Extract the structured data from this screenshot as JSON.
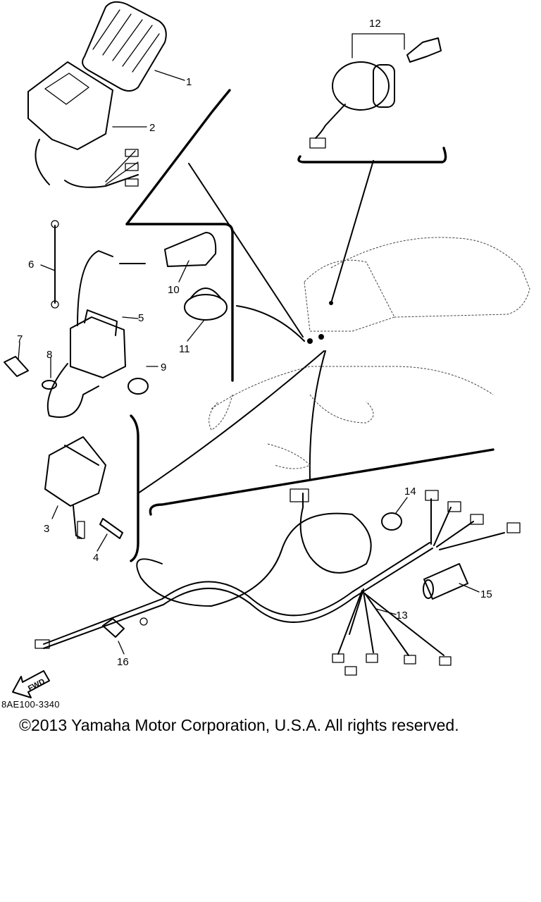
{
  "diagram": {
    "part_numbers": [
      "1",
      "2",
      "3",
      "4",
      "5",
      "6",
      "7",
      "8",
      "9",
      "10",
      "11",
      "12",
      "13",
      "14",
      "15",
      "16"
    ],
    "direction_label": "FWD",
    "drawing_code": "8AE100-3340"
  },
  "footer": {
    "copyright": "©2013 Yamaha Motor Corporation, U.S.A. All rights reserved."
  }
}
